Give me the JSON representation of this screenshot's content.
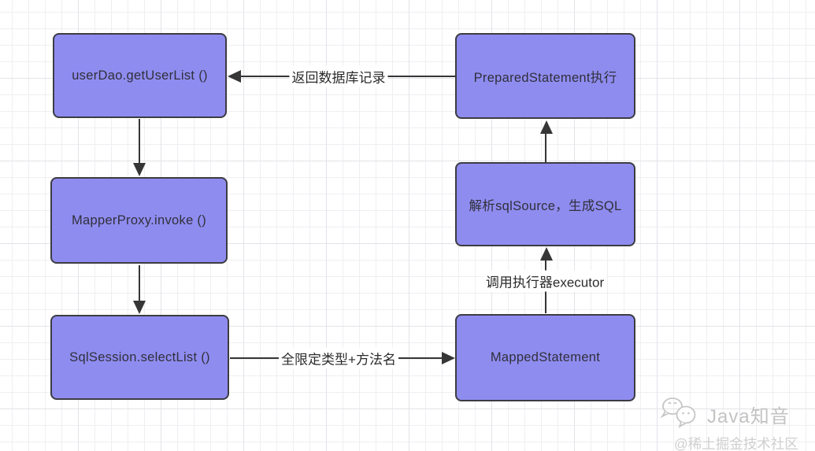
{
  "diagram": {
    "type": "flowchart",
    "nodes": [
      {
        "id": "user-dao",
        "label": "userDao.getUserList ()"
      },
      {
        "id": "mapper-proxy",
        "label": "MapperProxy.invoke ()"
      },
      {
        "id": "sql-session",
        "label": "SqlSession.selectList ()"
      },
      {
        "id": "prepared-statement",
        "label": "PreparedStatement执行"
      },
      {
        "id": "sql-source",
        "label": "解析sqlSource，生成SQL"
      },
      {
        "id": "mapped-statement",
        "label": "MappedStatement"
      }
    ],
    "edges": [
      {
        "from": "prepared-statement",
        "to": "user-dao",
        "label": "返回数据库记录"
      },
      {
        "from": "user-dao",
        "to": "mapper-proxy",
        "label": ""
      },
      {
        "from": "mapper-proxy",
        "to": "sql-session",
        "label": ""
      },
      {
        "from": "sql-session",
        "to": "mapped-statement",
        "label": "全限定类型+方法名"
      },
      {
        "from": "mapped-statement",
        "to": "sql-source",
        "label": "调用执行器executor"
      },
      {
        "from": "sql-source",
        "to": "prepared-statement",
        "label": ""
      }
    ]
  },
  "watermark": {
    "logo": "chat-bubbles-icon",
    "brand": "Java知音",
    "community": "@稀土掘金技术社区"
  },
  "colors": {
    "node_fill": "#8f8cf0",
    "node_border": "#3c3c42",
    "arrow": "#363636",
    "background": "#ffffff",
    "grid_minor": "#efeff3",
    "grid_major": "#e3e3ea",
    "watermark": "#c6c6c6"
  }
}
